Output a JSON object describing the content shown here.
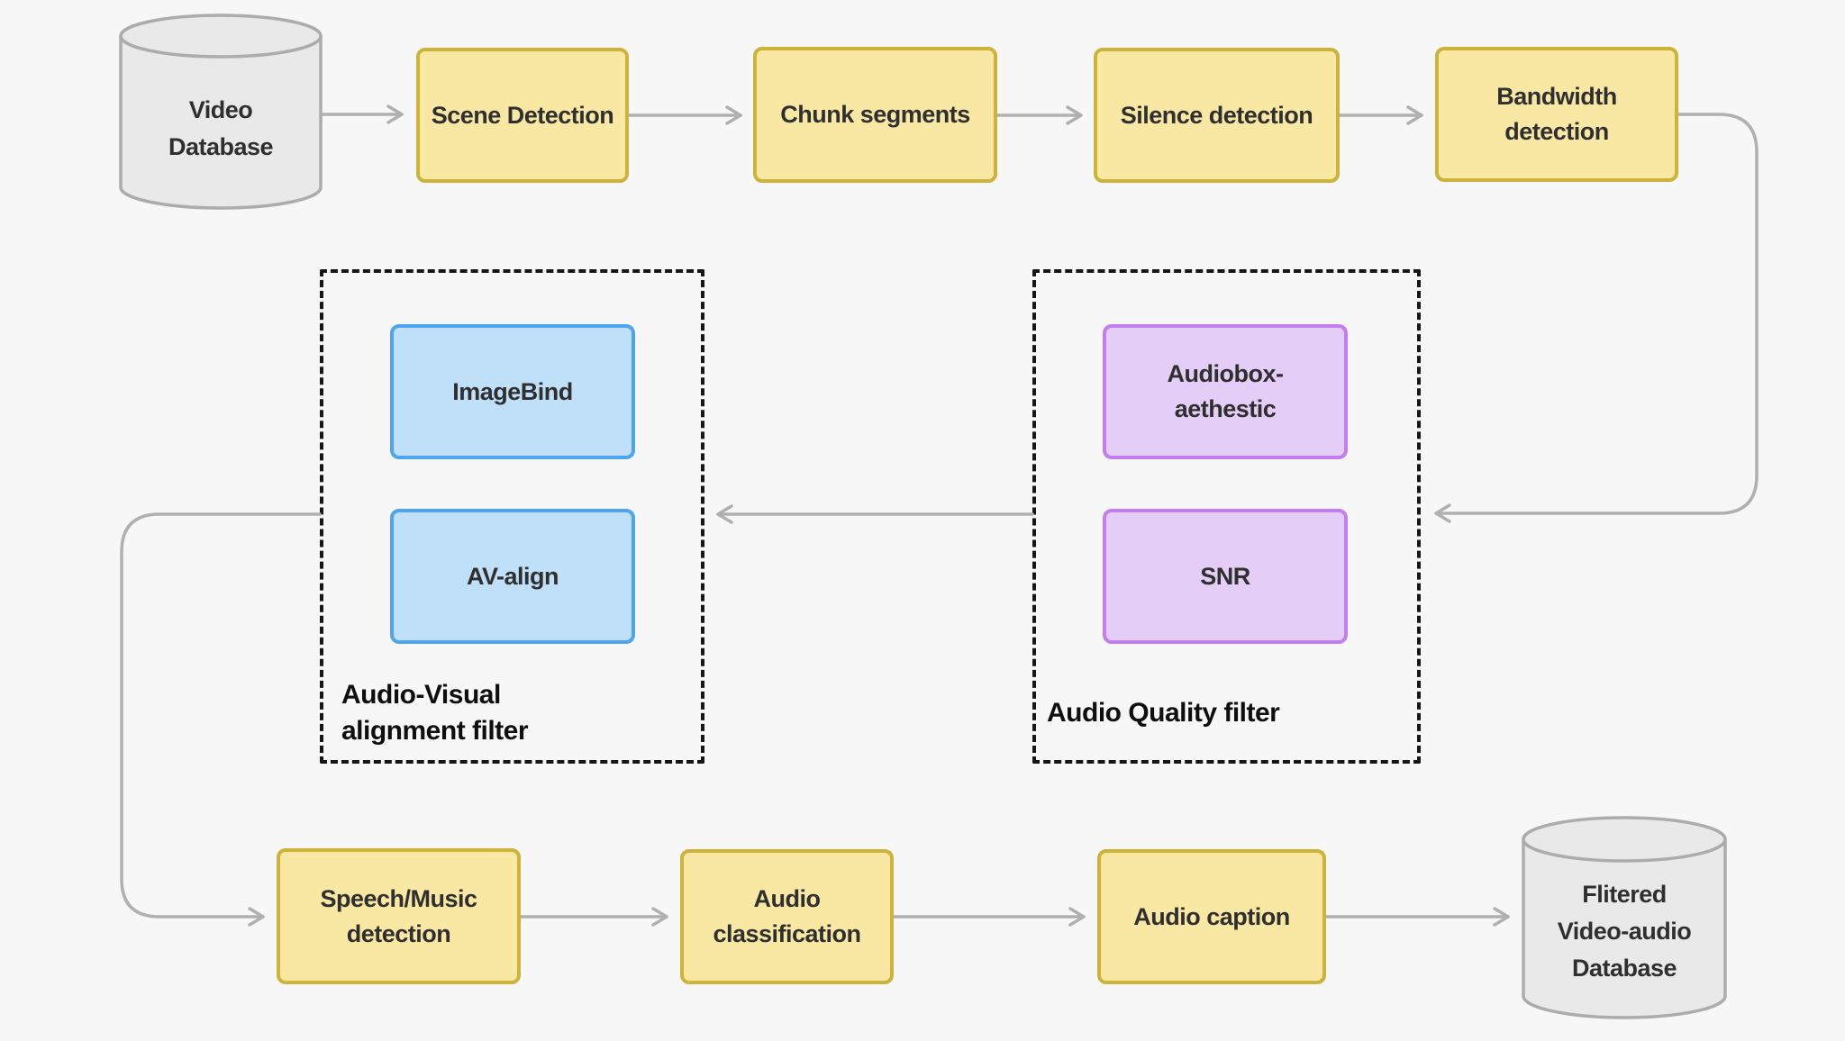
{
  "colors": {
    "background": "#f7f7f8",
    "process_fill": "#f9e8a4",
    "process_border": "#cdb339",
    "alignment_fill": "#bfe0f8",
    "alignment_border": "#4ea5ef",
    "quality_fill": "#e4cdf6",
    "quality_border": "#c27eee",
    "database_fill": "#e9e9e9",
    "database_border": "#acacac",
    "connector": "#b0b0b0",
    "group_border": "#161616",
    "group_text": "#0f0f0f",
    "text": "#2f2f2f"
  },
  "nodes": {
    "video_database": {
      "label": "Video\nDatabase"
    },
    "scene_detection": {
      "label": "Scene Detection"
    },
    "chunk_segments": {
      "label": "Chunk segments"
    },
    "silence_detection": {
      "label": "Silence detection"
    },
    "bandwidth_detection": {
      "label": "Bandwidth\ndetection"
    },
    "imagebind": {
      "label": "ImageBind"
    },
    "av_align": {
      "label": "AV-align"
    },
    "audio_visual_filter": {
      "label": "Audio-Visual\nalignment filter"
    },
    "audiobox_aethestic": {
      "label": "Audiobox-\naethestic"
    },
    "snr": {
      "label": "SNR"
    },
    "audio_quality_filter": {
      "label": "Audio Quality filter"
    },
    "speech_music_detection": {
      "label": "Speech/Music\ndetection"
    },
    "audio_classification": {
      "label": "Audio\nclassification"
    },
    "audio_caption": {
      "label": "Audio caption"
    },
    "filtered_database": {
      "label": "Flitered\nVideo-audio\nDatabase"
    }
  },
  "edges": [
    {
      "from": "video_database",
      "to": "scene_detection"
    },
    {
      "from": "scene_detection",
      "to": "chunk_segments"
    },
    {
      "from": "chunk_segments",
      "to": "silence_detection"
    },
    {
      "from": "silence_detection",
      "to": "bandwidth_detection"
    },
    {
      "from": "bandwidth_detection",
      "to": "audio_quality_filter"
    },
    {
      "from": "audio_quality_filter",
      "to": "audio_visual_filter"
    },
    {
      "from": "audio_visual_filter",
      "to": "speech_music_detection"
    },
    {
      "from": "speech_music_detection",
      "to": "audio_classification"
    },
    {
      "from": "audio_classification",
      "to": "audio_caption"
    },
    {
      "from": "audio_caption",
      "to": "filtered_database"
    }
  ]
}
